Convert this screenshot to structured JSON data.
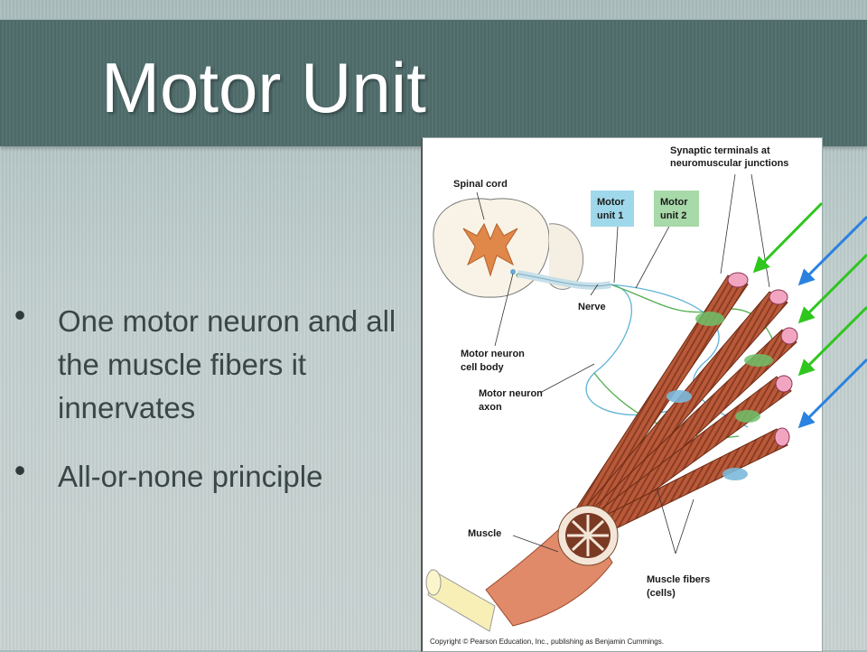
{
  "slide": {
    "title": "Motor Unit",
    "bullets": [
      {
        "text": "One motor neuron and all the muscle fibers it innervates"
      },
      {
        "text": "All-or-none principle"
      }
    ]
  },
  "figure": {
    "labels": {
      "spinal_cord": "Spinal cord",
      "synaptic_1": "Synaptic terminals at",
      "synaptic_2": "neuromuscular junctions",
      "motor_unit_1_a": "Motor",
      "motor_unit_1_b": "unit 1",
      "motor_unit_2_a": "Motor",
      "motor_unit_2_b": "unit 2",
      "nerve": "Nerve",
      "cell_body_1": "Motor neuron",
      "cell_body_2": "cell body",
      "axon_1": "Motor neuron",
      "axon_2": "axon",
      "muscle": "Muscle",
      "fibers_1": "Muscle fibers",
      "fibers_2": "(cells)",
      "copyright": "Copyright © Pearson Education, Inc., publishing as Benjamin Cummings."
    },
    "colors": {
      "unit1": "#9fd8ea",
      "unit2": "#a8d9a8",
      "green_arrow": "#2fc61e",
      "blue_arrow": "#2a82e0"
    }
  }
}
